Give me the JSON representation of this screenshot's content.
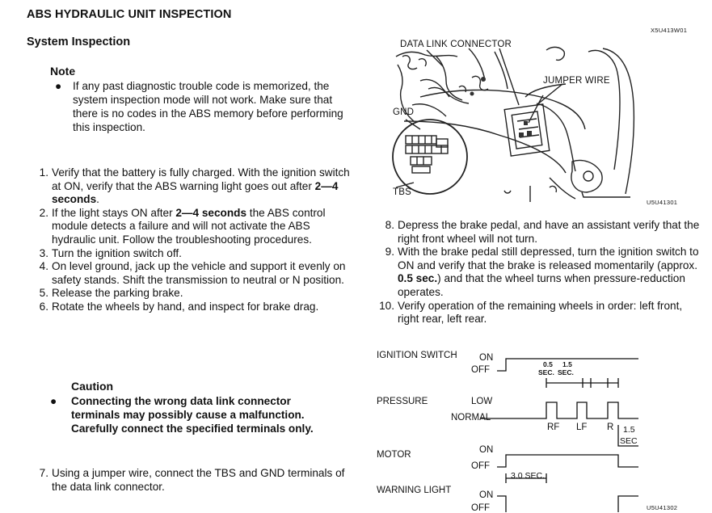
{
  "title": "ABS HYDRAULIC UNIT INSPECTION",
  "subtitle": "System Inspection",
  "note": {
    "heading": "Note",
    "text": "If any past diagnostic trouble code is memorized, the system inspection mode will not work. Make sure that there is no codes in the ABS memory before performing this inspection."
  },
  "steps_left": [
    {
      "num": "1.",
      "pre": "Verify that the battery is fully charged. With the ignition switch at ON, verify that the ABS warning light goes out after ",
      "bold": "2—4 seconds",
      "post": "."
    },
    {
      "num": "2.",
      "pre": "If the light stays ON after ",
      "bold": "2—4 seconds",
      "post": " the ABS control module detects a failure and will not activate the ABS hydraulic unit. Follow the troubleshooting procedures."
    },
    {
      "num": "3.",
      "pre": "Turn the ignition switch off.",
      "bold": "",
      "post": ""
    },
    {
      "num": "4.",
      "pre": "On level ground, jack up the vehicle and support it evenly on safety stands. Shift the transmission to neutral or N position.",
      "bold": "",
      "post": ""
    },
    {
      "num": "5.",
      "pre": "Release the parking brake.",
      "bold": "",
      "post": ""
    },
    {
      "num": "6.",
      "pre": "Rotate the wheels by hand, and inspect for brake drag.",
      "bold": "",
      "post": ""
    }
  ],
  "caution": {
    "heading": "Caution",
    "text": "Connecting the wrong data link connector terminals may possibly cause a malfunction. Carefully connect the specified terminals only."
  },
  "step7": {
    "num": "7.",
    "text": "Using a jumper wire, connect the TBS and GND terminals of the data link connector."
  },
  "steps_right": [
    {
      "num": "8.",
      "pre": "Depress the brake pedal, and have an assistant verify that the right front wheel will not turn.",
      "bold": "",
      "post": ""
    },
    {
      "num": "9.",
      "pre": "With the brake pedal still depressed, turn the ignition switch to ON and verify that the brake is released momentarily (approx. ",
      "bold": "0.5 sec.",
      "post": ") and that the wheel turns when pressure-reduction operates."
    },
    {
      "num": "10.",
      "pre": "Verify operation of the remaining wheels in order: left front, right rear, left rear.",
      "bold": "",
      "post": ""
    }
  ],
  "figure1": {
    "code": "X5U413W01",
    "code_bottom": "U5U41301",
    "labels": {
      "data_link_connector": "DATA LINK CONNECTOR",
      "jumper_wire": "JUMPER WIRE",
      "gnd": "GND",
      "tbs": "TBS"
    }
  },
  "timing": {
    "code": "U5U41302",
    "rows": {
      "ignition": {
        "label": "IGNITION SWITCH",
        "on": "ON",
        "off": "OFF"
      },
      "pressure": {
        "label": "PRESSURE",
        "low": "LOW",
        "normal": "NORMAL"
      },
      "motor": {
        "label": "MOTOR",
        "on": "ON",
        "off": "OFF"
      },
      "warning": {
        "label": "WARNING LIGHT",
        "on": "ON",
        "off": "OFF"
      }
    },
    "annotations": {
      "t05": "0.5",
      "t15": "1.5",
      "sec1": "SEC.",
      "sec2": "SEC.",
      "rf": "RF",
      "lf": "LF",
      "r": "R",
      "t15b": "1.5",
      "secb": "SEC",
      "t30": "3.0 SEC."
    }
  }
}
